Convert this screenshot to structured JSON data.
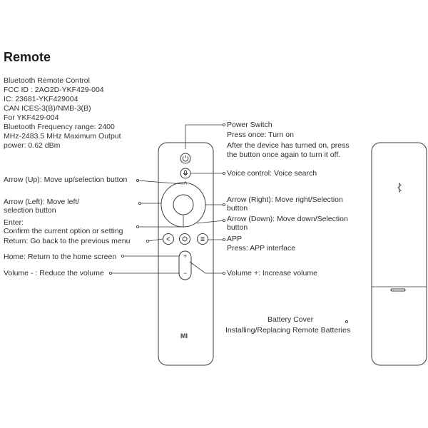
{
  "title": "Remote",
  "specs": [
    "Bluetooth Remote Control",
    "FCC ID : 2AO2D-YKF429-004",
    "IC: 23681-YKF429004",
    "CAN ICES-3(B)/NMB-3(B)",
    "For YKF429-004",
    "Bluetooth Frequency range: 2400",
    "MHz-2483.5 MHz Maximum Output",
    "power: 0.62 dBm"
  ],
  "left_labels": {
    "arrow_up": "Arrow (Up): Move up/selection button",
    "arrow_left_1": "Arrow (Left): Move left/",
    "arrow_left_2": "selection button",
    "enter_1": "Enter:",
    "enter_2": "Confirm the current option or setting",
    "return": "Return: Go back to the previous menu",
    "home": "Home: Return to the home screen",
    "volume_down": "Volume - : Reduce the volume"
  },
  "right_labels": {
    "power_1": "Power Switch",
    "power_2": "Press once: Turn on",
    "power_3": "After the device has turned on, press",
    "power_4": "the button once again to turn it off.",
    "voice": "Voice control: Voice search",
    "arrow_right_1": "Arrow (Right): Move right/Selection",
    "arrow_right_2": "button",
    "arrow_down_1": "Arrow (Down): Move down/Selection",
    "arrow_down_2": "button",
    "app_1": "APP",
    "app_2": "Press: APP interface",
    "volume_up": "Volume +: Increase volume"
  },
  "battery": {
    "line1": "Battery Cover",
    "line2": "Installing/Replacing Remote Batteries"
  },
  "remote": {
    "logo": "MI",
    "back_icon": "back-arrow-icon",
    "home_icon": "home-circle-icon",
    "app_icon": "app-menu-icon",
    "power_icon": "power-icon",
    "mic_icon": "microphone-icon",
    "plus": "+",
    "minus": "−"
  }
}
